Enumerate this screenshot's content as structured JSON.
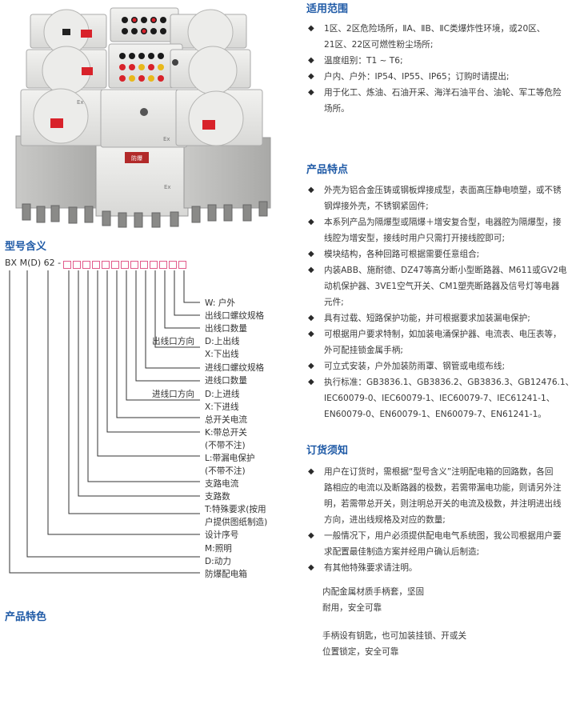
{
  "photo": {
    "plate_text": "防爆",
    "ex_mark": "Ex"
  },
  "scope": {
    "title": "适用范围",
    "items": [
      [
        "1区、2区危险场所，ⅡA、ⅡB、ⅡC类爆炸性环境，或20区、",
        "21区、22区可燃性粉尘场所;"
      ],
      [
        "温度组别：T1 ~ T6;"
      ],
      [
        "户内、户外：IP54、IP55、IP65；订购时请提出;"
      ],
      [
        "用于化工、炼油、石油开采、海洋石油平台、油轮、军工等危险",
        "场所。"
      ]
    ]
  },
  "features": {
    "title": "产品特点",
    "items": [
      [
        "外壳为铝合金压铸或钢板焊接成型，表面高压静电喷塑，或不锈",
        "钢焊接外壳，不锈钢紧固件;"
      ],
      [
        "本系列产品为隔爆型或隔爆＋增安复合型，电器腔为隔爆型，接",
        "线腔为增安型，接线时用户只需打开接线腔即可;"
      ],
      [
        "模块结构，各种回路可根据需要任意组合;"
      ],
      [
        "内装ABB、施耐德、DZ47等高分断小型断路器、M611或GV2电",
        "动机保护器、3VE1空气开关、CM1塑壳断路器及信号灯等电器",
        "元件;"
      ],
      [
        "具有过载、短路保护功能，并可根据要求加装漏电保护;"
      ],
      [
        "可根据用户要求特制，如加装电涌保护器、电流表、电压表等，",
        "外可配挂锁金属手柄;"
      ],
      [
        "可立式安装，户外加装防雨罩、钢管或电缆布线;"
      ],
      [
        "执行标准：GB3836.1、GB3836.2、GB3836.3、GB12476.1、",
        "IEC60079-0、IEC60079-1、IEC60079-7、IEC61241-1、",
        "EN60079-0、EN60079-1、EN60079-7、EN61241-1。"
      ]
    ]
  },
  "order": {
    "title": "订货须知",
    "items": [
      [
        "用户在订货时，需根据“型号含义”注明配电箱的回路数，各回",
        "路相应的电流以及断路器的极数，若需带漏电功能，则请另外注",
        "明，若需带总开关，则注明总开关的电流及极数，并注明进出线",
        "方向，进出线规格及对应的数量;"
      ],
      [
        "一般情况下，用户必须提供配电电气系统图，我公司根据用户要",
        "求配置最佳制造方案并经用户确认后制造;"
      ],
      [
        "有其他特殊要求请注明。"
      ]
    ]
  },
  "notes": {
    "note1": [
      "内配金属材质手柄套，坚固",
      "耐用，安全可靠"
    ],
    "note2": [
      "手柄设有钥匙，也可加装挂锁、开或关",
      "位置锁定，安全可靠"
    ]
  },
  "model": {
    "title": "型号含义",
    "code": "BX M(D) 62 -",
    "labels": [
      "W:  户外",
      "出线口螺纹规格",
      "出线口数量",
      "出线口方向",
      "D:上出线",
      "X:下出线",
      "进线口螺纹规格",
      "进线口数量",
      "进线口方向",
      "D:上进线",
      "X:下进线",
      "总开关电流",
      "K:带总开关",
      "(不带不注)",
      "L:带漏电保护",
      "(不带不注)",
      "支路电流",
      "支路数",
      "T:特殊要求(按用",
      "户提供图纸制造)",
      "设计序号",
      "M:照明",
      "D:动力",
      "防爆配电箱"
    ]
  },
  "product_color": {
    "title": "产品特色"
  },
  "colors": {
    "accent": "#1f5aa6",
    "box_border": "#e25a8a"
  }
}
